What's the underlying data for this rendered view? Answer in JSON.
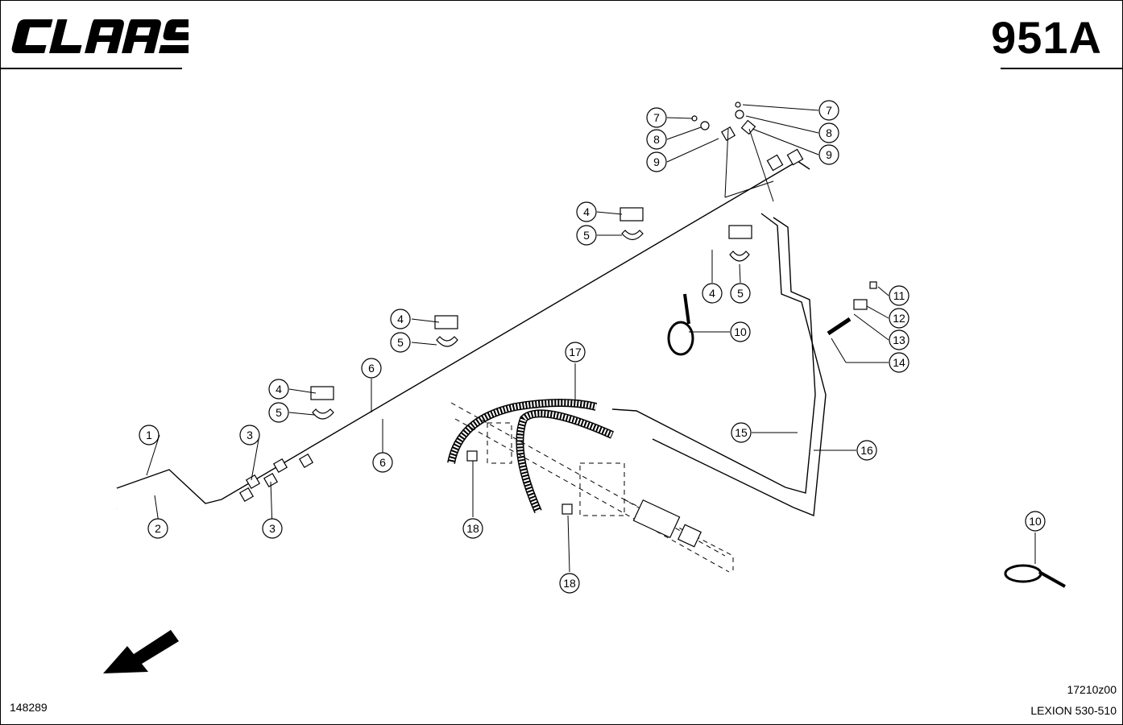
{
  "header": {
    "brand": "CLAAS",
    "page_number": "951A"
  },
  "footer": {
    "drawing_ref": "148289",
    "figure_code": "17210z00",
    "model": "LEXION 530-510"
  },
  "callouts": [
    {
      "id": "c1",
      "label": "1"
    },
    {
      "id": "c2",
      "label": "2"
    },
    {
      "id": "c3a",
      "label": "3"
    },
    {
      "id": "c3b",
      "label": "3"
    },
    {
      "id": "c4a",
      "label": "4"
    },
    {
      "id": "c4b",
      "label": "4"
    },
    {
      "id": "c4c",
      "label": "4"
    },
    {
      "id": "c4d",
      "label": "4"
    },
    {
      "id": "c5a",
      "label": "5"
    },
    {
      "id": "c5b",
      "label": "5"
    },
    {
      "id": "c5c",
      "label": "5"
    },
    {
      "id": "c5d",
      "label": "5"
    },
    {
      "id": "c6a",
      "label": "6"
    },
    {
      "id": "c6b",
      "label": "6"
    },
    {
      "id": "c7a",
      "label": "7"
    },
    {
      "id": "c7b",
      "label": "7"
    },
    {
      "id": "c8a",
      "label": "8"
    },
    {
      "id": "c8b",
      "label": "8"
    },
    {
      "id": "c9a",
      "label": "9"
    },
    {
      "id": "c9b",
      "label": "9"
    },
    {
      "id": "c10a",
      "label": "10"
    },
    {
      "id": "c10b",
      "label": "10"
    },
    {
      "id": "c11",
      "label": "11"
    },
    {
      "id": "c12",
      "label": "12"
    },
    {
      "id": "c13",
      "label": "13"
    },
    {
      "id": "c14",
      "label": "14"
    },
    {
      "id": "c15",
      "label": "15"
    },
    {
      "id": "c16",
      "label": "16"
    },
    {
      "id": "c17",
      "label": "17"
    },
    {
      "id": "c18a",
      "label": "18"
    },
    {
      "id": "c18b",
      "label": "18"
    }
  ]
}
